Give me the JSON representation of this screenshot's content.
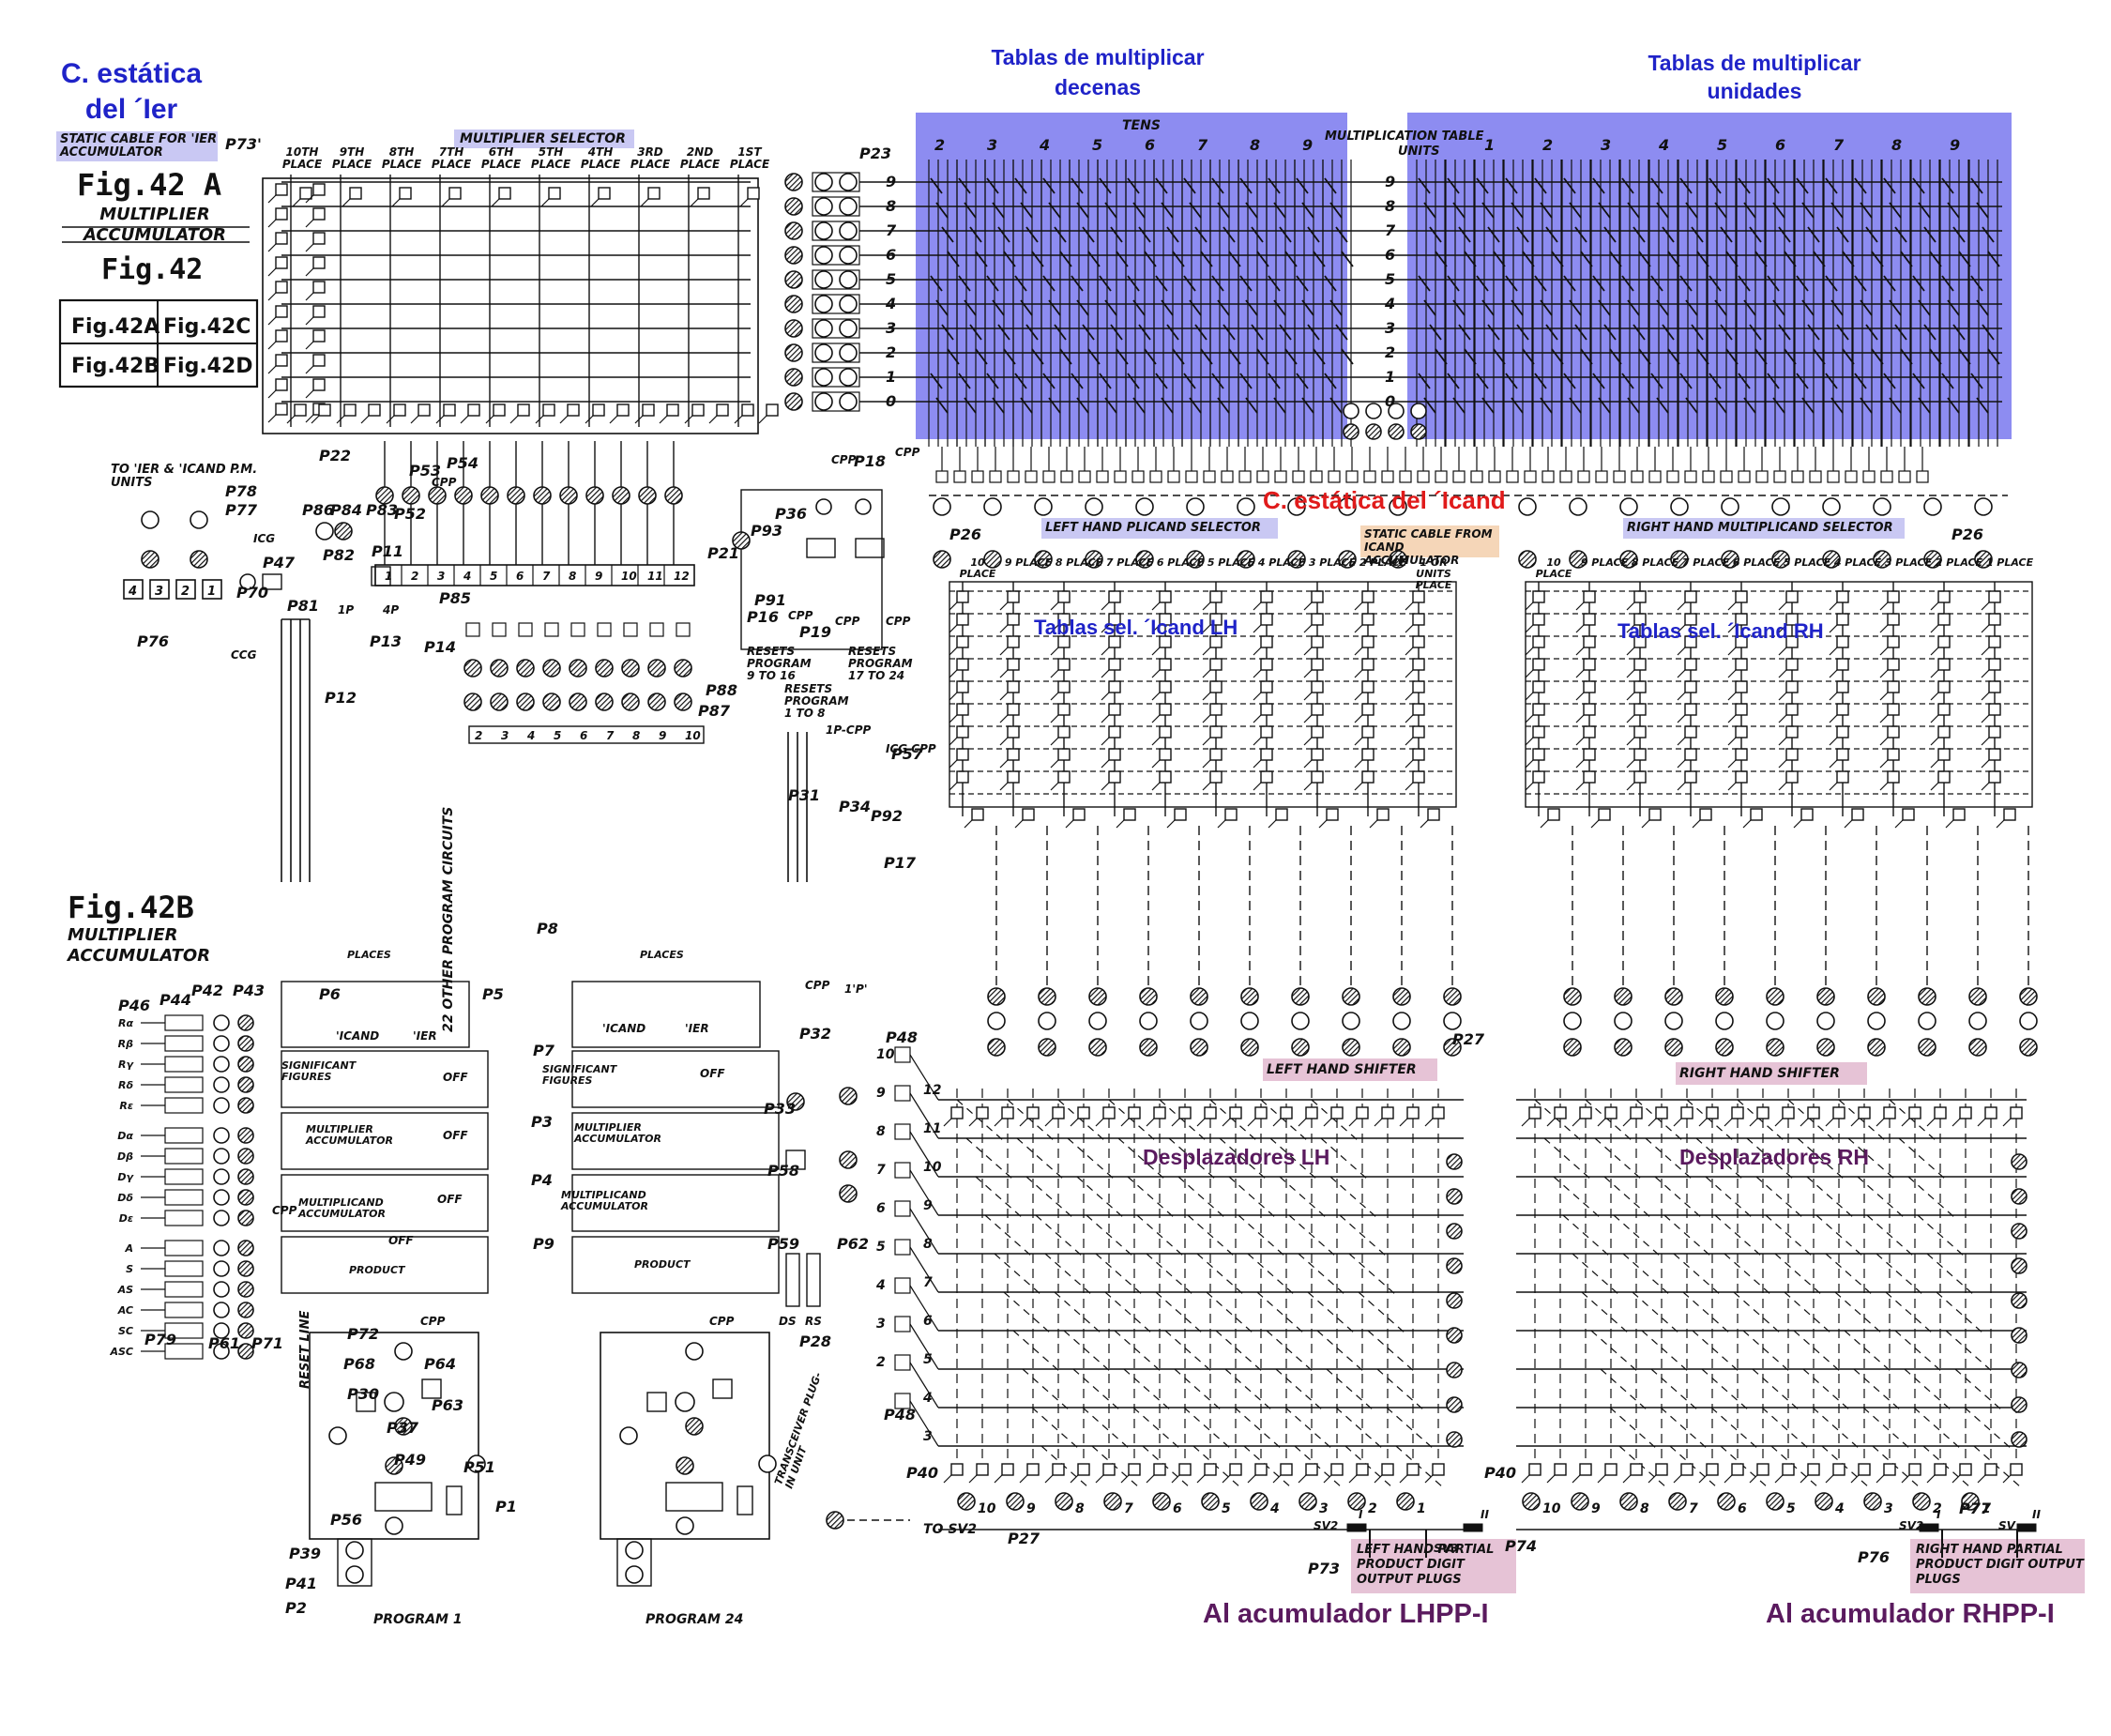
{
  "colors": {
    "blue_highlight": "#8d8cf1",
    "pink_highlight": "#e6c3d6",
    "peach_highlight": "#f5d6b8",
    "light_blue_highlight": "#c9c8f3",
    "blue_text": "#1f23c8",
    "red_text": "#e01b1b",
    "purple_text": "#5a1a5e",
    "ink": "#111111"
  },
  "annotations": {
    "static_ier_title": "C. estática",
    "static_ier_sub": "del ´Ier",
    "tens_tables_title": "Tablas de multiplicar",
    "tens_tables_sub": "decenas",
    "units_tables_title": "Tablas de multiplicar",
    "units_tables_sub": "unidades",
    "static_icand": "C. estática del ´Icand",
    "sel_lh": "Tablas sel. ´Icand LH",
    "sel_rh": "Tablas sel. ´Icand RH",
    "shifters_lh": "Desplazadores LH",
    "shifters_rh": "Desplazadores RH",
    "acc_lh": "Al acumulador LHPP-I",
    "acc_rh": "Al acumulador RHPP-I"
  },
  "figure_labels": {
    "fig42a": "Fig.42 A",
    "multiplier_accumulator_a": "MULTIPLIER ACCUMULATOR",
    "fig42": "Fig.42",
    "fig42a_cell": "Fig.42A",
    "fig42c_cell": "Fig.42C",
    "fig42b_cell": "Fig.42B",
    "fig42d_cell": "Fig.42D",
    "fig42b": "Fig.42B",
    "multiplier_accumulator_b": "MULTIPLIER ACCUMULATOR",
    "static_cable_ier": "STATIC CABLE FOR 'IER ACCUMULATOR",
    "multiplier_selector": "MULTIPLIER SELECTOR",
    "tens": "TENS",
    "multiplication_table": "MULTIPLICATION TABLE",
    "units": "UNITS",
    "left_hand_plicand_selector": "LEFT HAND PLICAND SELECTOR",
    "right_hand_multiplicand_selector": "RIGHT HAND MULTIPLICAND SELECTOR",
    "static_cable_icand": "STATIC CABLE FROM ICAND ACCUMULATOR",
    "left_hand_shifter": "LEFT HAND SHIFTER",
    "right_hand_shifter": "RIGHT HAND SHIFTER",
    "lh_partial": "LEFT HAND PARTIAL PRODUCT DIGIT OUTPUT PLUGS",
    "rh_partial": "RIGHT HAND PARTIAL PRODUCT DIGIT OUTPUT PLUGS",
    "to_ier_icand": "TO 'IER & 'ICAND P.M. UNITS",
    "resets_program_9_16": "RESETS PROGRAM 9 TO 16",
    "resets_program_17_24": "RESETS PROGRAM 17 TO 24",
    "resets_program_1_8": "RESETS PROGRAM 1 TO 8",
    "program_1": "PROGRAM 1",
    "program_24": "PROGRAM 24",
    "to_sv2": "TO SV2",
    "other_program_circuits": "22 OTHER PROGRAM CIRCUITS",
    "reset_line": "RESET LINE",
    "transceiver": "TRANSCEIVER PLUG-IN UNIT",
    "significant_figures": "SIGNIFICANT FIGURES",
    "multiplier_accumulator": "MULTIPLIER ACCUMULATOR",
    "multiplicand_accumulator": "MULTIPLICAND ACCUMULATOR",
    "product": "PRODUCT",
    "places": "PLACES"
  },
  "place_headers": [
    "10TH PLACE",
    "9TH PLACE",
    "8TH PLACE",
    "7TH PLACE",
    "6TH PLACE",
    "5TH PLACE",
    "4TH PLACE",
    "3RD PLACE",
    "2ND PLACE",
    "1ST PLACE"
  ],
  "digit_rows": [
    "9",
    "8",
    "7",
    "6",
    "5",
    "4",
    "3",
    "2",
    "1",
    "0"
  ],
  "tens_table_headers": [
    "2",
    "3",
    "4",
    "5",
    "6",
    "7",
    "8",
    "9"
  ],
  "units_table_headers": [
    "1",
    "2",
    "3",
    "4",
    "5",
    "6",
    "7",
    "8",
    "9"
  ],
  "plug_labels": {
    "p73p": "P73'",
    "p23": "P23",
    "p22": "P22",
    "p78": "P78",
    "p77": "P77",
    "p86": "P86",
    "p84": "P84",
    "p83": "P83",
    "p82": "P82",
    "p81": "P81",
    "p76": "P76",
    "p70": "P70",
    "p47": "P47",
    "p53": "P53",
    "p54": "P54",
    "p52": "P52",
    "p11": "P11",
    "p85": "P85",
    "p14": "P14",
    "p13": "P13",
    "p12": "P12",
    "p36": "P36",
    "p93": "P93",
    "p18": "P18",
    "p21": "P21",
    "p91": "P91",
    "p16": "P16",
    "p19": "P19",
    "p88": "P88",
    "p87": "P87",
    "p26": "P26",
    "p26b": "P26",
    "p8": "P8",
    "p5": "P5",
    "p6": "P6",
    "p7": "P7",
    "p3": "P3",
    "p4": "P4",
    "p9": "P9",
    "p46": "P46",
    "p44": "P44",
    "p42": "P42",
    "p43": "P43",
    "p79": "P79",
    "p61": "P61",
    "p71": "P71",
    "p72": "P72",
    "p68": "P68",
    "p64": "P64",
    "p30": "P30",
    "p63": "P63",
    "p37": "P37",
    "p49": "P49",
    "p51": "P51",
    "p56": "P56",
    "p1": "P1",
    "p39": "P39",
    "p41": "P41",
    "p2": "P2",
    "p32": "P32",
    "p33": "P33",
    "p58": "P58",
    "p59": "P59",
    "p62": "P62",
    "p28": "P28",
    "p48": "P48",
    "p48b": "P48",
    "p40": "P40",
    "p40b": "P40",
    "p27": "P27",
    "p27b": "P27",
    "p73": "P73",
    "p74": "P74",
    "p76b": "P76",
    "p77b": "P77",
    "p57": "P57",
    "p92": "P92",
    "p34": "P34",
    "p31": "P31",
    "p17": "P17"
  },
  "shifter_row_numbers": [
    "12",
    "11",
    "10",
    "9",
    "8",
    "7",
    "6",
    "5",
    "4",
    "3"
  ],
  "shifter_left_numbers": [
    "10",
    "9",
    "8",
    "7",
    "6",
    "5",
    "4",
    "3",
    "2"
  ],
  "output_digits_lh": [
    "10",
    "9",
    "8",
    "7",
    "6",
    "5",
    "4",
    "3",
    "2",
    "1"
  ],
  "output_digits_rh": [
    "10",
    "9",
    "8",
    "7",
    "6",
    "5",
    "4",
    "3",
    "2",
    "1"
  ],
  "sv_labels": {
    "sv2": "SV2",
    "sv3": "SV3",
    "sv2b": "SV2",
    "sv": "SV",
    "i": "I",
    "ii": "II"
  },
  "lh_sel_places": [
    "10 PLACE",
    "9 PLACE",
    "8 PLACE",
    "7 PLACE",
    "6 PLACE",
    "5 PLACE",
    "4 PLACE",
    "3 PLACE",
    "2 PLACE",
    "1 OR UNITS PLACE"
  ],
  "rh_sel_places": [
    "10 PLACE",
    "9 PLACE",
    "8 PLACE",
    "7 PLACE",
    "6 PLACE",
    "5 PLACE",
    "4 PLACE",
    "3 PLACE",
    "2 PLACE",
    "1 PLACE"
  ],
  "ier_side_rows": [
    "Rα",
    "Rβ",
    "Rγ",
    "Rδ",
    "Rε",
    "Dα",
    "Dβ",
    "Dγ",
    "Dδ",
    "Dε",
    "A",
    "S",
    "AS",
    "AC",
    "SC",
    "ASC"
  ],
  "counter_digits": [
    "1",
    "2",
    "3",
    "4",
    "5",
    "6",
    "7",
    "8",
    "9",
    "10",
    "11",
    "12"
  ],
  "program_digits": [
    "2",
    "3",
    "4",
    "5",
    "6",
    "7",
    "8",
    "9",
    "10"
  ],
  "misc": {
    "cpp": "CPP",
    "icg": "ICG",
    "ip": "1P",
    "4p": "4P",
    "ccg": "CCG",
    "off": "OFF",
    "icand": "'ICAND",
    "ier": "'IER",
    "ds": "DS",
    "rs": "RS",
    "one_p": "1'P'",
    "ipp": "1P-CPP",
    "icg_cpp": "ICG CPP"
  }
}
